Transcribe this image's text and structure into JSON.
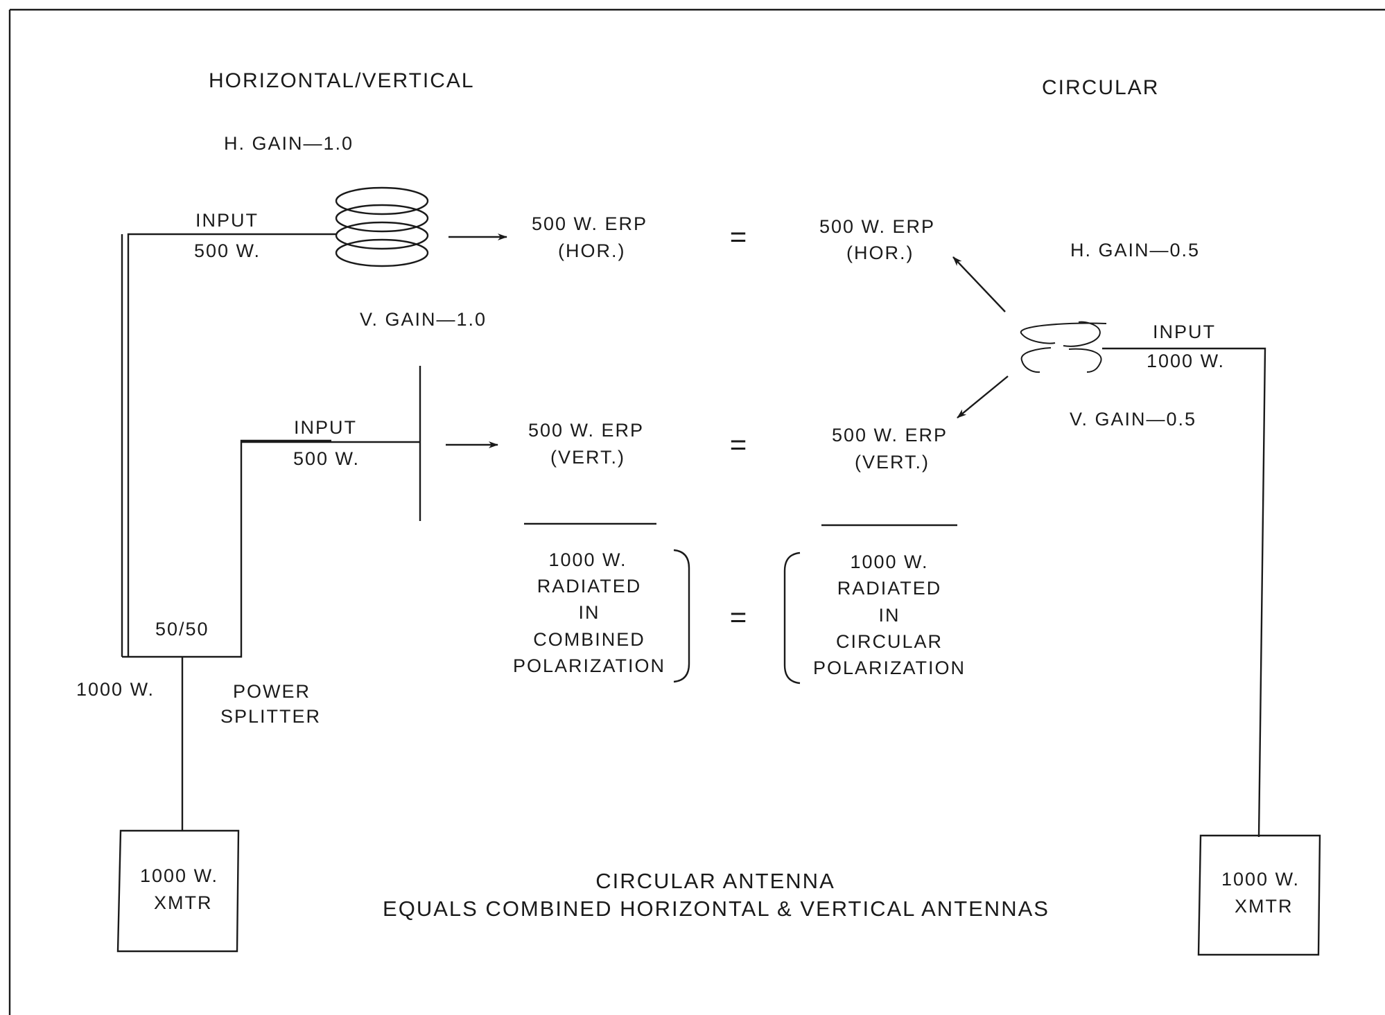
{
  "headings": {
    "left": "HORIZONTAL/VERTICAL",
    "right": "CIRCULAR"
  },
  "left": {
    "h_gain": "H. GAIN—1.0",
    "v_gain": "V. GAIN—1.0",
    "h_input_label": "INPUT",
    "h_input_value": "500 W.",
    "v_input_label": "INPUT",
    "v_input_value": "500 W.",
    "splitter_ratio": "50/50",
    "splitter_power": "1000 W.",
    "splitter_label_1": "POWER",
    "splitter_label_2": "SPLITTER",
    "xmtr_power": "1000 W.",
    "xmtr_label": "XMTR",
    "erp_h_1": "500 W. ERP",
    "erp_h_2": "(HOR.)",
    "erp_v_1": "500 W. ERP",
    "erp_v_2": "(VERT.)",
    "total": [
      "1000 W.",
      "RADIATED",
      "IN",
      "COMBINED",
      "POLARIZATION"
    ]
  },
  "right": {
    "h_gain": "H. GAIN—0.5",
    "v_gain": "V. GAIN—0.5",
    "input_label": "INPUT",
    "input_value": "1000 W.",
    "xmtr_power": "1000 W.",
    "xmtr_label": "XMTR",
    "erp_h_1": "500 W. ERP",
    "erp_h_2": "(HOR.)",
    "erp_v_1": "500 W. ERP",
    "erp_v_2": "(VERT.)",
    "total": [
      "1000 W.",
      "RADIATED",
      "IN",
      "CIRCULAR",
      "POLARIZATION"
    ]
  },
  "equals_sign": "=",
  "caption": {
    "line1": "CIRCULAR ANTENNA",
    "line2": "EQUALS COMBINED HORIZONTAL & VERTICAL ANTENNAS"
  }
}
